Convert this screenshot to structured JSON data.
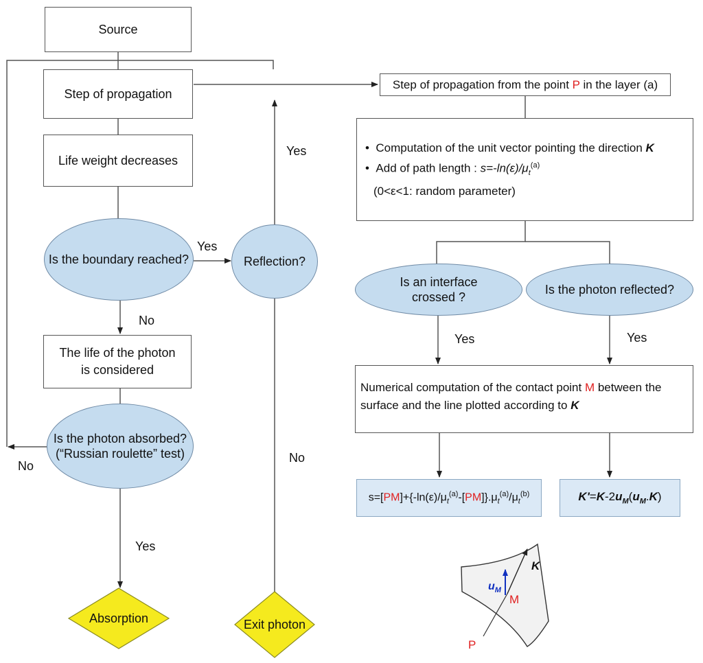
{
  "left_flow": {
    "source": "Source",
    "step": "Step of propagation",
    "life_weight": "Life weight decreases",
    "boundary_q": "Is the boundary reached?",
    "reflection_q": "Reflection?",
    "life_considered_1": "The life of the photon",
    "life_considered_2": "is considered",
    "absorbed_q_1": "Is the photon absorbed?",
    "absorbed_q_2": "(“Russian roulette” test)",
    "absorption": "Absorption",
    "exit": "Exit photon",
    "yes_boundary": "Yes",
    "no_boundary": "No",
    "yes_reflect": "Yes",
    "no_reflect": "No",
    "no_absorbed": "No",
    "yes_absorbed": "Yes"
  },
  "right_flow": {
    "step_title_pre": "Step of propagation from the point ",
    "step_title_P": "P",
    "step_title_post": " in the layer (a)",
    "comp_bullet": "•",
    "comp_line1": "Computation of the unit vector pointing the direction ",
    "comp_line2_pre": "Add of path length : ",
    "comp_line2_formula": "s=-ln(ε)/μ",
    "comp_line3": "(0<ε<1: random parameter)",
    "interface_q_1": "Is an interface",
    "interface_q_2": "crossed ?",
    "reflected_q": "Is the photon reflected?",
    "yes_interface": "Yes",
    "yes_reflected": "Yes",
    "numerical_1_pre": "Numerical computation of the contact point ",
    "numerical_1_M": "M",
    "numerical_1_post": " between the",
    "numerical_2_pre": "surface and the line plotted according to ",
    "formula_left_s": "s=[",
    "formula_left_PM": "PM",
    "formula_left_mid1": "]+{-ln(ε)/μ",
    "formula_left_mid2": "-[",
    "formula_left_PM2": "PM",
    "formula_left_mid3": "]}.μ",
    "formula_left_mid4": "/μ",
    "formula_right_Kp": "K'",
    "formula_right_eq": "=",
    "formula_right_K": "K",
    "formula_right_minus": "-2",
    "formula_right_u": "u",
    "formula_right_open": "(",
    "formula_right_u2": "u",
    "formula_right_dot": ".",
    "formula_right_K2": "K",
    "formula_right_close": ")",
    "sub_t": "t",
    "sup_a": "(a)",
    "sup_b": "(b)",
    "sub_M": "M"
  },
  "inset": {
    "K_label": "K",
    "uM_label": "u",
    "uM_sub": "M",
    "M_label": "M",
    "P_label": "P"
  },
  "colors": {
    "ellipse_fill": "#c5dcef",
    "formula_box_fill": "#dbe9f6",
    "diamond_fill": "#f5ea1e",
    "highlight_red": "#e02020",
    "arrow_blue": "#1030c0"
  }
}
